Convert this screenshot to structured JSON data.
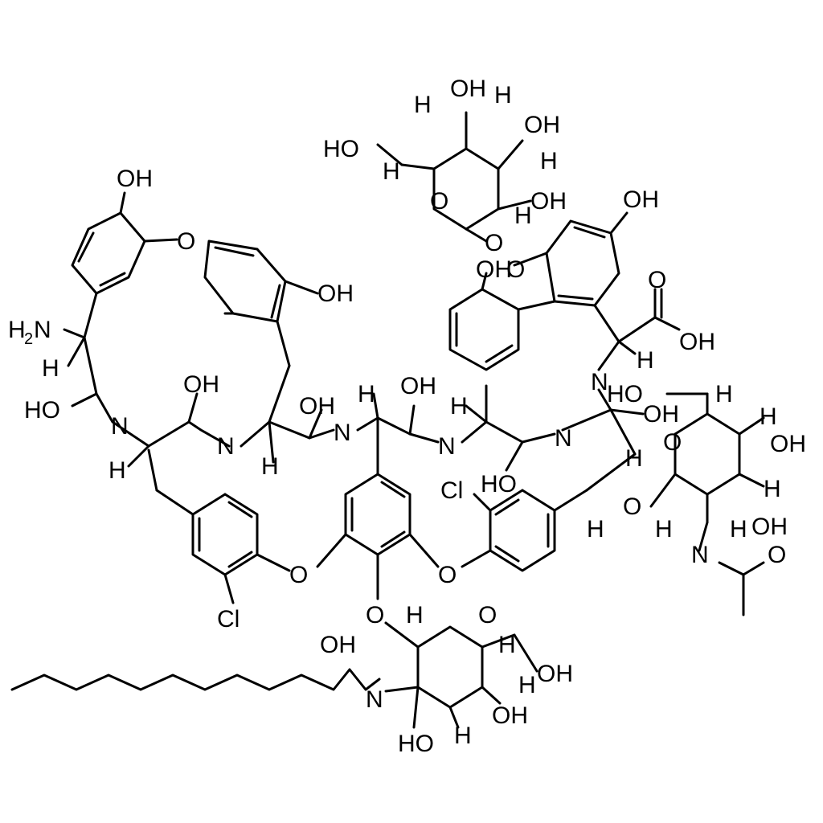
{
  "diagram": {
    "type": "chemical-structure",
    "background": "#ffffff",
    "ink": "#000000"
  },
  "labels": {
    "oh_top_sugar_1": "OH",
    "oh_top_sugar_2": "OH",
    "oh_top_sugar_3": "OH",
    "ho_top_sugar": "HO",
    "o_top_sugar_ring": "O",
    "o_top_sugar_link": "O",
    "h_top_1": "H",
    "h_top_2": "H",
    "h_top_3": "H",
    "h_top_4": "H",
    "h_top_5": "H",
    "oh_left_top": "OH",
    "o_left_bridge": "O",
    "oh_mid_ring": "OH",
    "h2n": "H",
    "h2n_sub": "2",
    "h2n_n": "N",
    "h_left_1": "H",
    "ho_left_1": "HO",
    "n_left_1": "N",
    "oh_left_2": "OH",
    "n_left_2": "N",
    "h_left_2": "H",
    "h_left_3": "H",
    "oh_left_3": "OH",
    "n_mid_1": "N",
    "h_mid_1": "H",
    "oh_mid_1": "OH",
    "n_mid_2": "N",
    "h_mid_2": "H",
    "oh_right_phenol": "OH",
    "o_right_ether": "O",
    "o_right_ring": "O",
    "o_cooh": "O",
    "oh_cooh": "OH",
    "h_cooh": "H",
    "n_right_1": "N",
    "ho_right_1": "HO",
    "oh_right_1": "OH",
    "h_right_1": "H",
    "n_right_2": "N",
    "ho_right_2": "HO",
    "h_right_2": "H",
    "o_right_sugar_ring": "O",
    "h_right_3": "H",
    "oh_right_2": "OH",
    "h_right_4": "H",
    "oh_right_3": "OH",
    "h_right_5": "H",
    "o_right_link": "O",
    "h_right_6": "H",
    "n_right_3": "N",
    "oh_right_4": "OH",
    "cl_1": "Cl",
    "cl_2": "Cl",
    "o_bottom_1": "O",
    "o_bottom_2": "O",
    "o_bottom_3": "O",
    "oh_bottom_1": "OH",
    "n_bottom": "N",
    "h_bottom_1": "H",
    "o_bottom_ring": "O",
    "h_bottom_2": "H",
    "oh_bottom_2": "OH",
    "h_bottom_3": "H",
    "oh_bottom_3": "OH",
    "ho_bottom": "HO",
    "h_bottom_4": "H"
  }
}
